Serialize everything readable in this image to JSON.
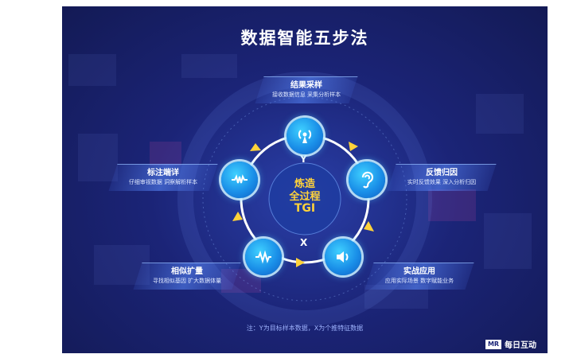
{
  "title": "数据智能五步法",
  "center": {
    "line1": "炼造",
    "line2": "全过程",
    "line3": "TGI"
  },
  "axes": {
    "y": "Y",
    "x": "X"
  },
  "steps": [
    {
      "title": "结果采样",
      "subtitle": "接收数据信息  采集分析样本",
      "icon": "broadcast-icon"
    },
    {
      "title": "反馈归因",
      "subtitle": "实时反馈效果  深入分析归因",
      "icon": "ear-icon"
    },
    {
      "title": "实战应用",
      "subtitle": "应用实际场景  数字赋能业务",
      "icon": "speaker-icon"
    },
    {
      "title": "相似扩量",
      "subtitle": "寻找相似基因  扩大数据体量",
      "icon": "wave-icon"
    },
    {
      "title": "标注端详",
      "subtitle": "仔细审视数据  洞察解析样本",
      "icon": "waveform-icon"
    }
  ],
  "note": "注：Y为目标样本数据，X为个推特征数据",
  "brand": {
    "logo": "MR",
    "name": "每日互动"
  },
  "colors": {
    "accent": "#ffd23a",
    "node": "#1a8fe8",
    "ring": "#ffffff"
  }
}
